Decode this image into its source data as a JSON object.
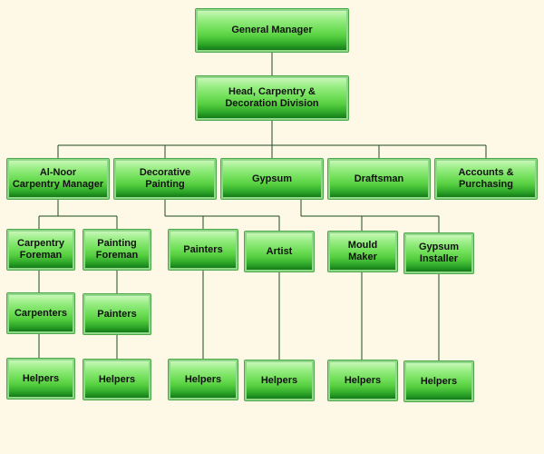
{
  "org_chart": {
    "nodes": {
      "gm": "General Manager",
      "head": "Head, Carpentry &\nDecoration Division",
      "alnoor": "Al-Noor\nCarpentry Manager",
      "decorative": "Decorative\nPainting",
      "gypsum": "Gypsum",
      "draftsman": "Draftsman",
      "accounts": "Accounts &\nPurchasing",
      "carpentry_foreman": "Carpentry\nForeman",
      "painting_foreman": "Painting\nForeman",
      "painters_dp": "Painters",
      "artist": "Artist",
      "mould_maker": "Mould\nMaker",
      "gypsum_installer": "Gypsum\nInstaller",
      "carpenters": "Carpenters",
      "painters_pf": "Painters",
      "helpers_1": "Helpers",
      "helpers_2": "Helpers",
      "helpers_3": "Helpers",
      "helpers_4": "Helpers",
      "helpers_5": "Helpers",
      "helpers_6": "Helpers"
    }
  }
}
